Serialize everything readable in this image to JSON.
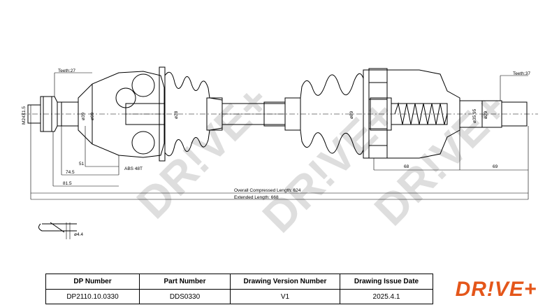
{
  "drawing": {
    "teeth_left": "Teeth:27",
    "teeth_right": "Teeth:37",
    "thread_label": "M24X1.5",
    "abs_label": "ABS 48T",
    "dim_51": "51",
    "dim_74_5": "74.5",
    "dim_81_5": "81.5",
    "dim_68": "68",
    "dim_69": "69",
    "dia_left_shaft": "ø39",
    "dia_left_joint": "ø99",
    "dia_bar_left": "ø28",
    "dia_bar_right": "ø89",
    "dia_right_seal": "ø35.95",
    "dia_right_shaft": "ø29",
    "pin_dia": "ø4.4",
    "overall_length": "Overall Compressed Length: 624",
    "extended_length": "Extended Length: 668"
  },
  "title_block": {
    "headers": [
      "DP Number",
      "Part Number",
      "Drawing Version Number",
      "Drawing Issue Date"
    ],
    "values": [
      "DP2110.10.0330",
      "DDS0330",
      "V1",
      "2025.4.1"
    ]
  },
  "logo": "DR!VE+",
  "watermark": "DR!VE+",
  "colors": {
    "logo": "#e4561a",
    "watermark": "#d9d9d9",
    "lines": "#000000"
  }
}
